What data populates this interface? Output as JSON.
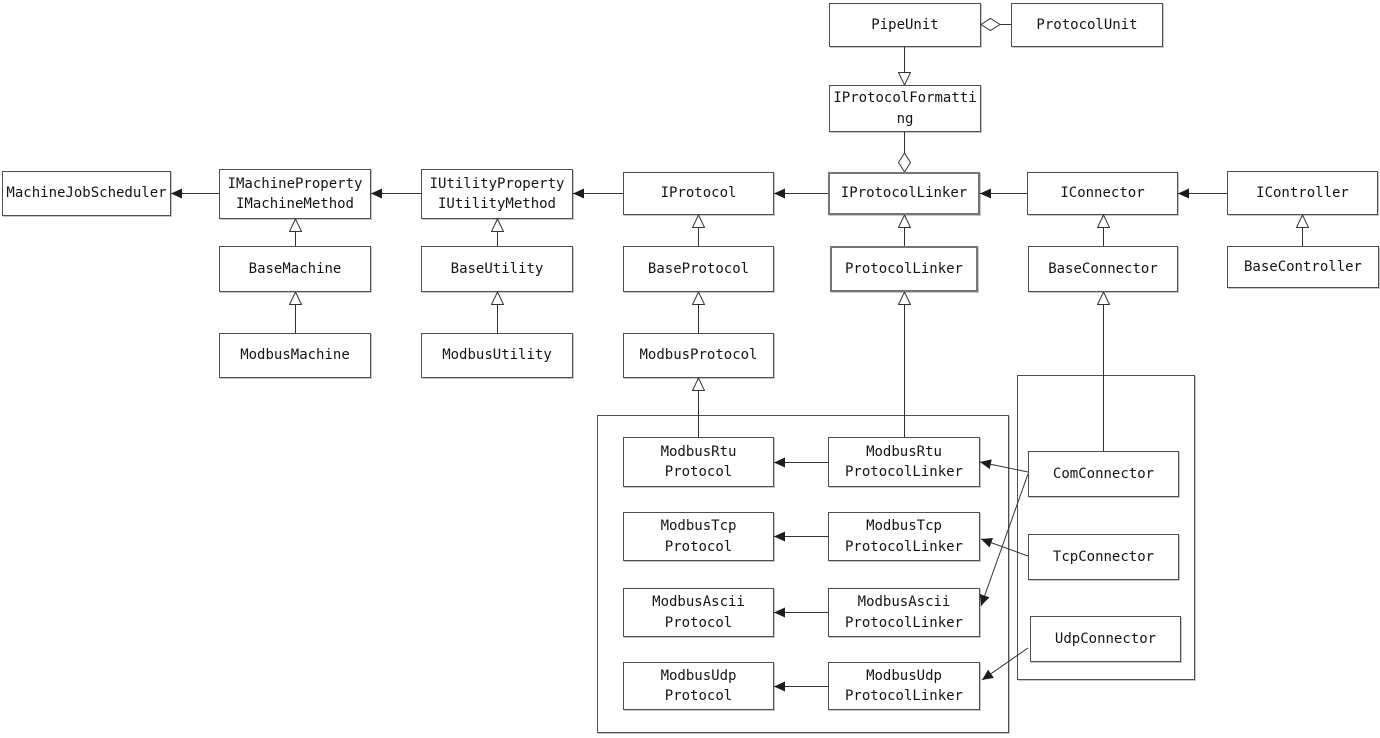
{
  "diagram": {
    "kind": "uml-class-diagram",
    "colors": {
      "background": "#ffffff",
      "box_fill": "#ffffff",
      "box_border": "#4f4f4f",
      "line": "#333333",
      "text": "#141414"
    },
    "nodes": {
      "pipe_unit": {
        "label": "PipeUnit"
      },
      "protocol_unit": {
        "label": "ProtocolUnit"
      },
      "i_protocol_formatting": {
        "label": "IProtocolFormatting"
      },
      "machine_job_scheduler": {
        "label": "MachineJobScheduler"
      },
      "i_machine_property_method": {
        "label": "IMachineProperty\nIMachineMethod"
      },
      "i_utility_property_method": {
        "label": "IUtilityProperty\nIUtilityMethod"
      },
      "i_protocol": {
        "label": "IProtocol"
      },
      "i_protocol_linker": {
        "label": "IProtocolLinker"
      },
      "i_connector": {
        "label": "IConnector"
      },
      "i_controller": {
        "label": "IController"
      },
      "base_machine": {
        "label": "BaseMachine"
      },
      "base_utility": {
        "label": "BaseUtility"
      },
      "base_protocol": {
        "label": "BaseProtocol"
      },
      "protocol_linker": {
        "label": "ProtocolLinker"
      },
      "base_connector": {
        "label": "BaseConnector"
      },
      "base_controller": {
        "label": "BaseController"
      },
      "modbus_machine": {
        "label": "ModbusMachine"
      },
      "modbus_utility": {
        "label": "ModbusUtility"
      },
      "modbus_protocol": {
        "label": "ModbusProtocol"
      },
      "modbus_rtu_protocol": {
        "label": "ModbusRtu\nProtocol"
      },
      "modbus_tcp_protocol": {
        "label": "ModbusTcp\nProtocol"
      },
      "modbus_ascii_protocol": {
        "label": "ModbusAscii\nProtocol"
      },
      "modbus_udp_protocol": {
        "label": "ModbusUdp\nProtocol"
      },
      "modbus_rtu_protocol_linker": {
        "label": "ModbusRtu\nProtocolLinker"
      },
      "modbus_tcp_protocol_linker": {
        "label": "ModbusTcp\nProtocolLinker"
      },
      "modbus_ascii_protocol_linker": {
        "label": "ModbusAscii\nProtocolLinker"
      },
      "modbus_udp_protocol_linker": {
        "label": "ModbusUdp\nProtocolLinker"
      },
      "com_connector": {
        "label": "ComConnector"
      },
      "tcp_connector": {
        "label": "TcpConnector"
      },
      "udp_connector": {
        "label": "UdpConnector"
      }
    },
    "edges": [
      {
        "from": "ProtocolUnit",
        "to": "PipeUnit",
        "type": "aggregation-hollow-diamond"
      },
      {
        "from": "PipeUnit",
        "to": "IProtocolFormatting",
        "type": "hollow-triangle-arrow"
      },
      {
        "from": "IProtocolFormatting",
        "to": "IProtocolLinker",
        "type": "aggregation-hollow-diamond"
      },
      {
        "from": "IMachinePropertyMethod",
        "to": "MachineJobScheduler",
        "type": "solid-arrow"
      },
      {
        "from": "IUtilityPropertyMethod",
        "to": "IMachinePropertyMethod",
        "type": "solid-arrow"
      },
      {
        "from": "IProtocol",
        "to": "IUtilityPropertyMethod",
        "type": "solid-arrow"
      },
      {
        "from": "IProtocolLinker",
        "to": "IProtocol",
        "type": "solid-arrow"
      },
      {
        "from": "IConnector",
        "to": "IProtocolLinker",
        "type": "solid-arrow"
      },
      {
        "from": "IController",
        "to": "IConnector",
        "type": "solid-arrow"
      },
      {
        "from": "BaseMachine",
        "to": "IMachinePropertyMethod",
        "type": "generalization"
      },
      {
        "from": "ModbusMachine",
        "to": "BaseMachine",
        "type": "generalization"
      },
      {
        "from": "BaseUtility",
        "to": "IUtilityPropertyMethod",
        "type": "generalization"
      },
      {
        "from": "ModbusUtility",
        "to": "BaseUtility",
        "type": "generalization"
      },
      {
        "from": "BaseProtocol",
        "to": "IProtocol",
        "type": "generalization"
      },
      {
        "from": "ModbusProtocol",
        "to": "BaseProtocol",
        "type": "generalization"
      },
      {
        "from": "ModbusRtuProtocol",
        "to": "ModbusProtocol",
        "type": "generalization"
      },
      {
        "from": "ProtocolLinker",
        "to": "IProtocolLinker",
        "type": "generalization"
      },
      {
        "from": "ModbusRtuProtocolLinker",
        "to": "ProtocolLinker",
        "type": "generalization"
      },
      {
        "from": "BaseConnector",
        "to": "IConnector",
        "type": "generalization"
      },
      {
        "from": "ComConnector",
        "to": "BaseConnector",
        "type": "generalization"
      },
      {
        "from": "BaseController",
        "to": "IController",
        "type": "generalization"
      },
      {
        "from": "ModbusRtuProtocolLinker",
        "to": "ModbusRtuProtocol",
        "type": "solid-arrow"
      },
      {
        "from": "ModbusTcpProtocolLinker",
        "to": "ModbusTcpProtocol",
        "type": "solid-arrow"
      },
      {
        "from": "ModbusAsciiProtocolLinker",
        "to": "ModbusAsciiProtocol",
        "type": "solid-arrow"
      },
      {
        "from": "ModbusUdpProtocolLinker",
        "to": "ModbusUdpProtocol",
        "type": "solid-arrow"
      },
      {
        "from": "ComConnector",
        "to": "ModbusRtuProtocolLinker",
        "type": "solid-arrow"
      },
      {
        "from": "ComConnector",
        "to": "ModbusAsciiProtocolLinker",
        "type": "solid-arrow"
      },
      {
        "from": "TcpConnector",
        "to": "ModbusTcpProtocolLinker",
        "type": "solid-arrow"
      },
      {
        "from": "UdpConnector",
        "to": "ModbusUdpProtocolLinker",
        "type": "solid-arrow"
      }
    ]
  }
}
